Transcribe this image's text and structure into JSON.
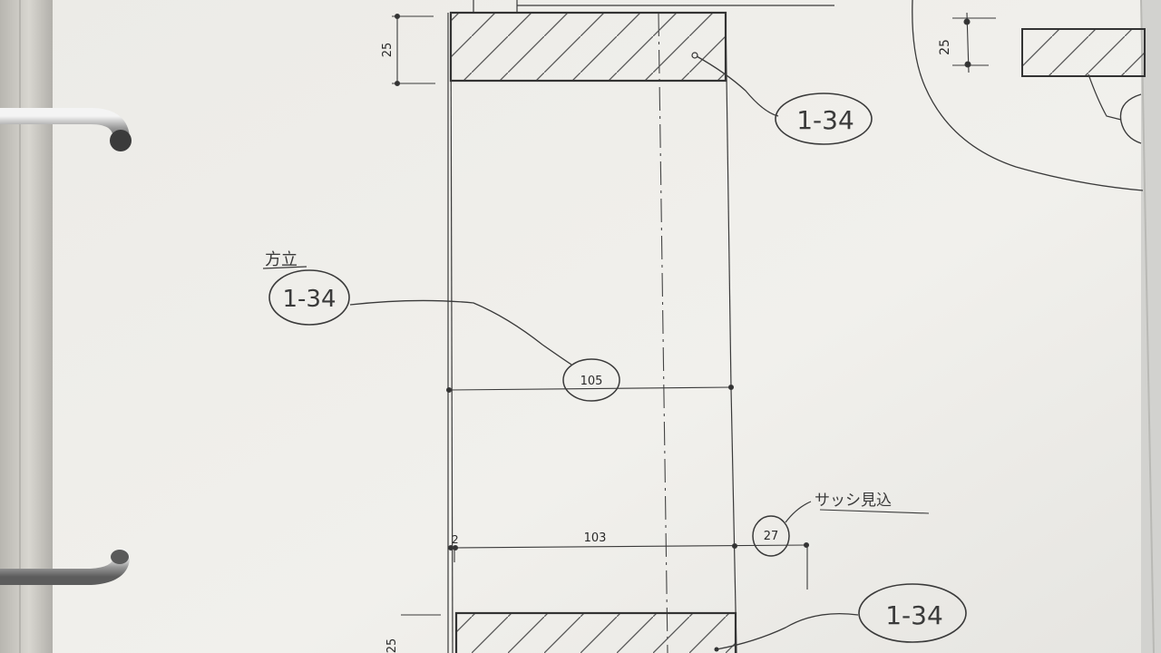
{
  "drawing": {
    "dimensions": {
      "top_depth": "25",
      "width_upper": "105",
      "width_lower": "103",
      "gap": "2",
      "sash_depth": "27",
      "bottom_depth": "25",
      "inset_depth": "25"
    },
    "callouts": {
      "top_member": "1-34",
      "side_member": "1-34",
      "bottom_member": "1-34"
    },
    "notes": {
      "side_note": "方立",
      "sash_note": "サッシ見込"
    }
  }
}
